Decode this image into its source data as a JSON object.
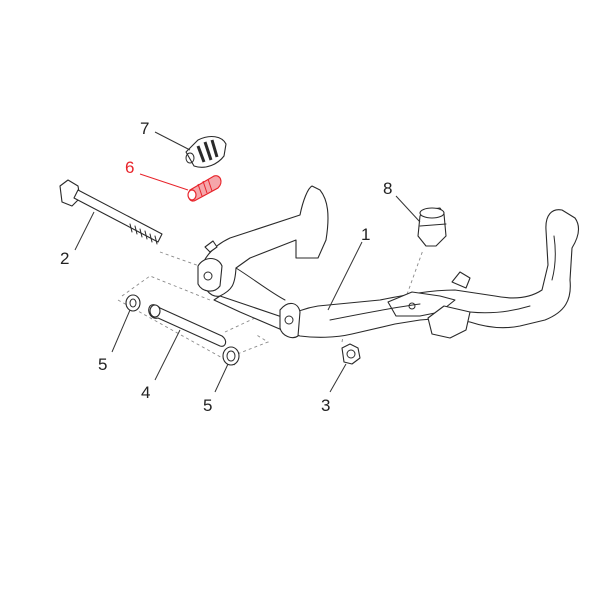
{
  "callouts": [
    {
      "number": "1",
      "part": "center-stand",
      "highlighted": false
    },
    {
      "number": "2",
      "part": "bolt",
      "highlighted": false
    },
    {
      "number": "3",
      "part": "nut",
      "highlighted": false
    },
    {
      "number": "4",
      "part": "pivot-pin",
      "highlighted": false
    },
    {
      "number": "5",
      "part": "washer",
      "highlighted": false
    },
    {
      "number": "5",
      "part": "washer",
      "highlighted": false
    },
    {
      "number": "6",
      "part": "spring",
      "highlighted": true
    },
    {
      "number": "7",
      "part": "spring",
      "highlighted": false
    },
    {
      "number": "8",
      "part": "rubber-stop",
      "highlighted": false
    }
  ],
  "colors": {
    "highlight": "#e8242b",
    "line": "#2a2a2a",
    "label": "#222222"
  }
}
